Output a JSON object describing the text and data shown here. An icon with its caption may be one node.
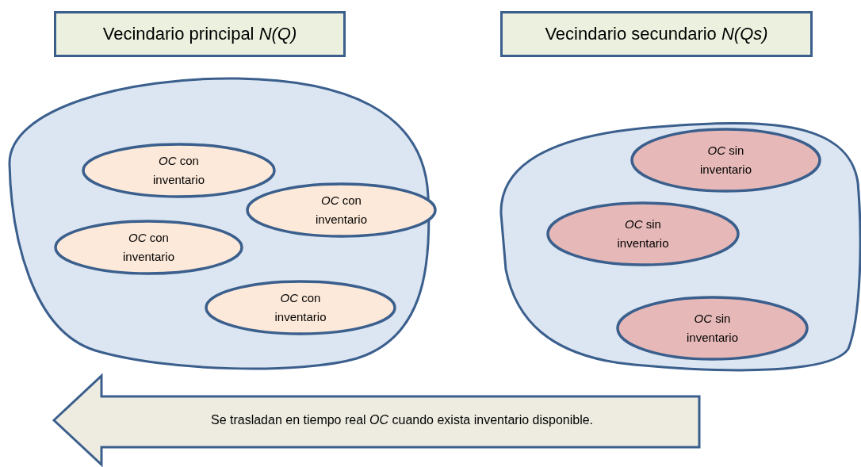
{
  "diagram": {
    "nodes": [
      {
        "text": [
          "Vecindario principal *N(Q)*"
        ]
      },
      {
        "text": [
          "Vecindario secundario *N(Qs)*"
        ]
      },
      {
        "text": [],
        "shape": "blob"
      },
      {
        "text": [
          "*OC* con inventario"
        ],
        "in": 2
      },
      {
        "text": [
          "*OC* con inventario"
        ],
        "in": 2
      },
      {
        "text": [
          "*OC* con inventario"
        ],
        "in": 2
      },
      {
        "text": [
          "*OC* con inventario"
        ],
        "in": 2
      },
      {
        "text": [],
        "shape": "blob"
      },
      {
        "text": [
          "*OC* sin inventario"
        ],
        "in": 7
      },
      {
        "text": [
          "*OC* sin inventario"
        ],
        "in": 7
      },
      {
        "text": [
          "*OC* sin inventario"
        ],
        "in": 7
      },
      {
        "text": [
          "Se trasladan en tiempo real *OC* cuando exista inventario disponible."
        ]
      }
    ],
    "edges": []
  }
}
